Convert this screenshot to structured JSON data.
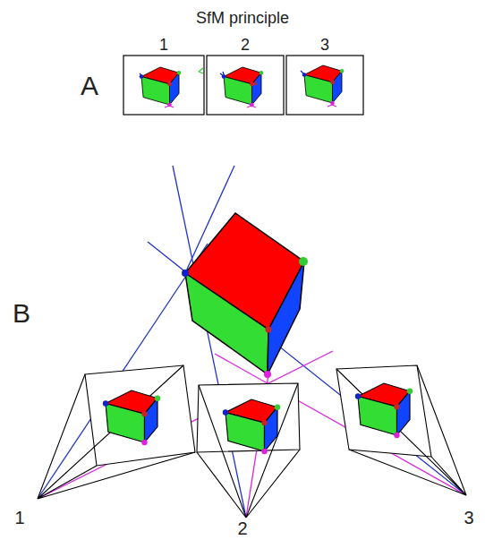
{
  "diagram": {
    "title": "SfM principle",
    "labels": [
      "1",
      "2",
      "3",
      "A",
      "B",
      "1",
      "2",
      "3"
    ]
  }
}
